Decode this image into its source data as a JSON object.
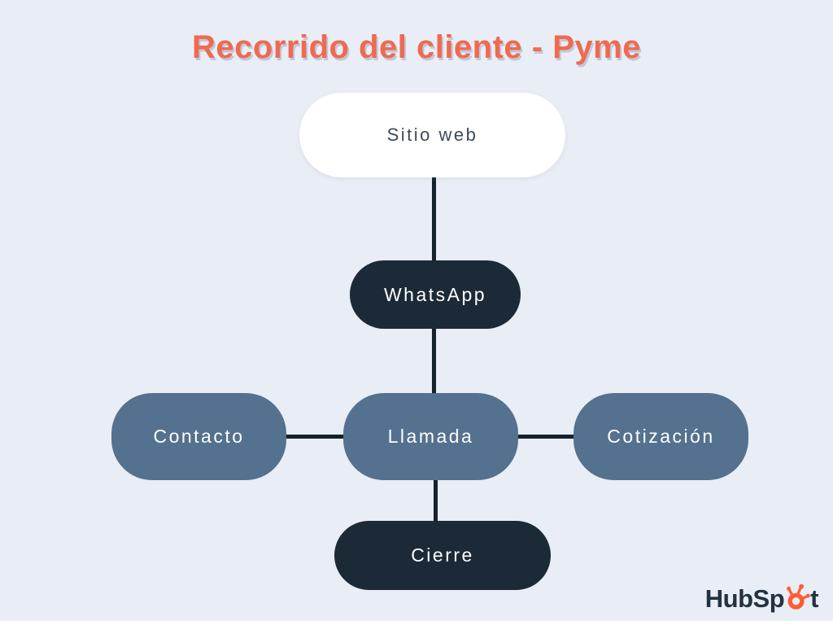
{
  "page": {
    "background_color": "#E9EDF5",
    "bottom_strip_color": "#FFFFFF"
  },
  "title": {
    "text": "Recorrido del cliente - Pyme",
    "color": "#EF6A50"
  },
  "diagram": {
    "type": "flowchart",
    "edge_color": "#16222E",
    "nodes": [
      {
        "id": "sitio-web",
        "label": "Sitio web",
        "fill": "#FFFFFF",
        "text_color": "#3D4A56"
      },
      {
        "id": "whatsapp",
        "label": "WhatsApp",
        "fill": "#1C2A37",
        "text_color": "#FFFFFF"
      },
      {
        "id": "contacto",
        "label": "Contacto",
        "fill": "#54718F",
        "text_color": "#FFFFFF"
      },
      {
        "id": "llamada",
        "label": "Llamada",
        "fill": "#54718F",
        "text_color": "#FFFFFF"
      },
      {
        "id": "cotizacion",
        "label": "Cotización",
        "fill": "#54718F",
        "text_color": "#FFFFFF"
      },
      {
        "id": "cierre",
        "label": "Cierre",
        "fill": "#1C2A37",
        "text_color": "#FFFFFF"
      }
    ],
    "edges": [
      {
        "from": "sitio-web",
        "to": "whatsapp"
      },
      {
        "from": "whatsapp",
        "to": "llamada"
      },
      {
        "from": "contacto",
        "to": "llamada"
      },
      {
        "from": "llamada",
        "to": "cotizacion"
      },
      {
        "from": "llamada",
        "to": "cierre"
      }
    ]
  },
  "logo": {
    "brand": "HubSpot",
    "text_before_icon": "HubSp",
    "text_after_icon": "t",
    "text_color": "#213343",
    "icon_color": "#FF5C35",
    "icon": "hubspot-sprocket-icon"
  }
}
